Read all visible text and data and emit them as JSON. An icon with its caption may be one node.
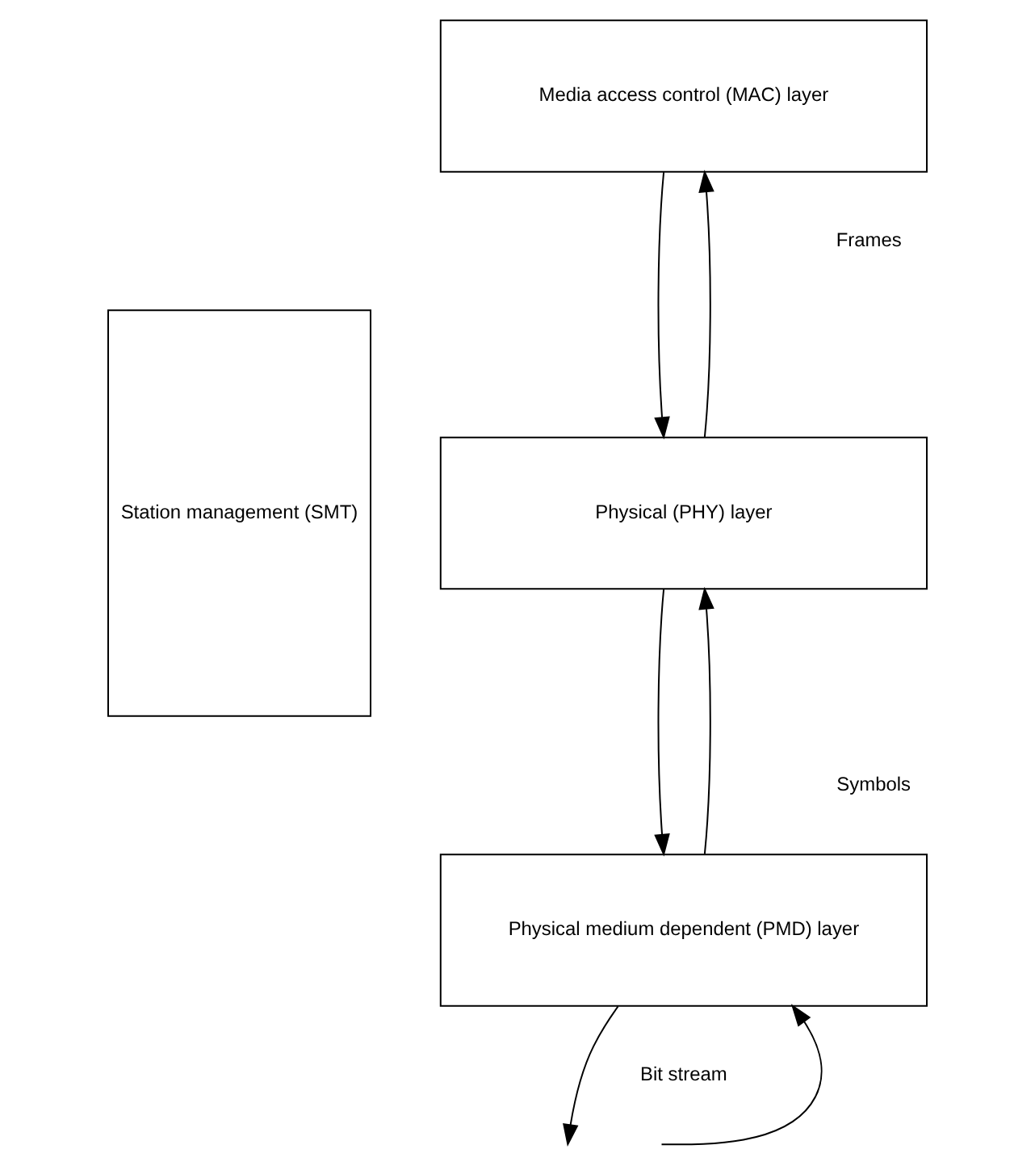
{
  "diagram": {
    "nodes": [
      {
        "text": [
          "Station management (SMT)"
        ]
      },
      {
        "text": [
          "Media access control (MAC) layer"
        ]
      },
      {
        "text": [
          "Physical (PHY) layer"
        ]
      },
      {
        "text": [
          "Physical medium dependent (PMD) layer"
        ]
      }
    ],
    "edges": [
      {
        "from": 1,
        "to": 2,
        "arrow": "to"
      },
      {
        "from": 2,
        "to": 1,
        "arrow": "to"
      },
      {
        "from": 2,
        "to": 3,
        "arrow": "to"
      },
      {
        "from": 3,
        "to": 2,
        "arrow": "to"
      },
      {
        "from": null,
        "to": 3,
        "arrow": "to"
      },
      {
        "from": 3,
        "to": null,
        "arrow": "to"
      }
    ],
    "labels": [
      "Frames",
      "Symbols",
      "Bit stream"
    ]
  }
}
